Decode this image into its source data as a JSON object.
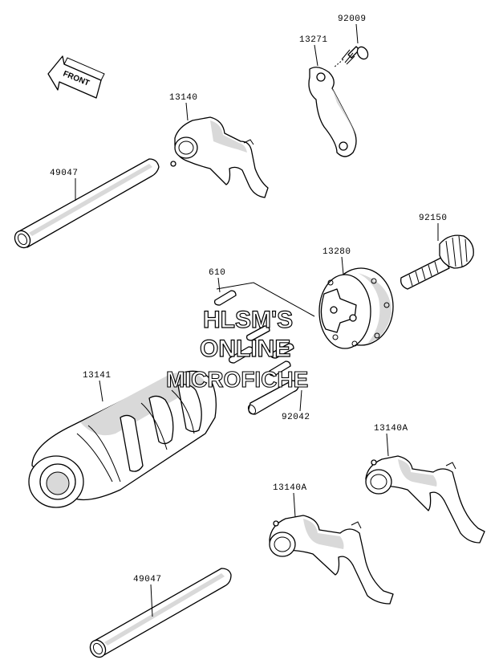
{
  "diagram": {
    "front_label": "FRONT",
    "watermark": {
      "line1": "HLSM'S",
      "line2": "ONLINE",
      "line3": "MICROFICHE"
    },
    "parts": [
      {
        "id": "p92009",
        "number": "92009"
      },
      {
        "id": "p13271",
        "number": "13271"
      },
      {
        "id": "p13140",
        "number": "13140"
      },
      {
        "id": "p49047a",
        "number": "49047"
      },
      {
        "id": "p92150",
        "number": "92150"
      },
      {
        "id": "p13280",
        "number": "13280"
      },
      {
        "id": "p610",
        "number": "610"
      },
      {
        "id": "p13141",
        "number": "13141"
      },
      {
        "id": "p92042",
        "number": "92042"
      },
      {
        "id": "p13140a1",
        "number": "13140A"
      },
      {
        "id": "p13140a2",
        "number": "13140A"
      },
      {
        "id": "p49047b",
        "number": "49047"
      }
    ]
  }
}
